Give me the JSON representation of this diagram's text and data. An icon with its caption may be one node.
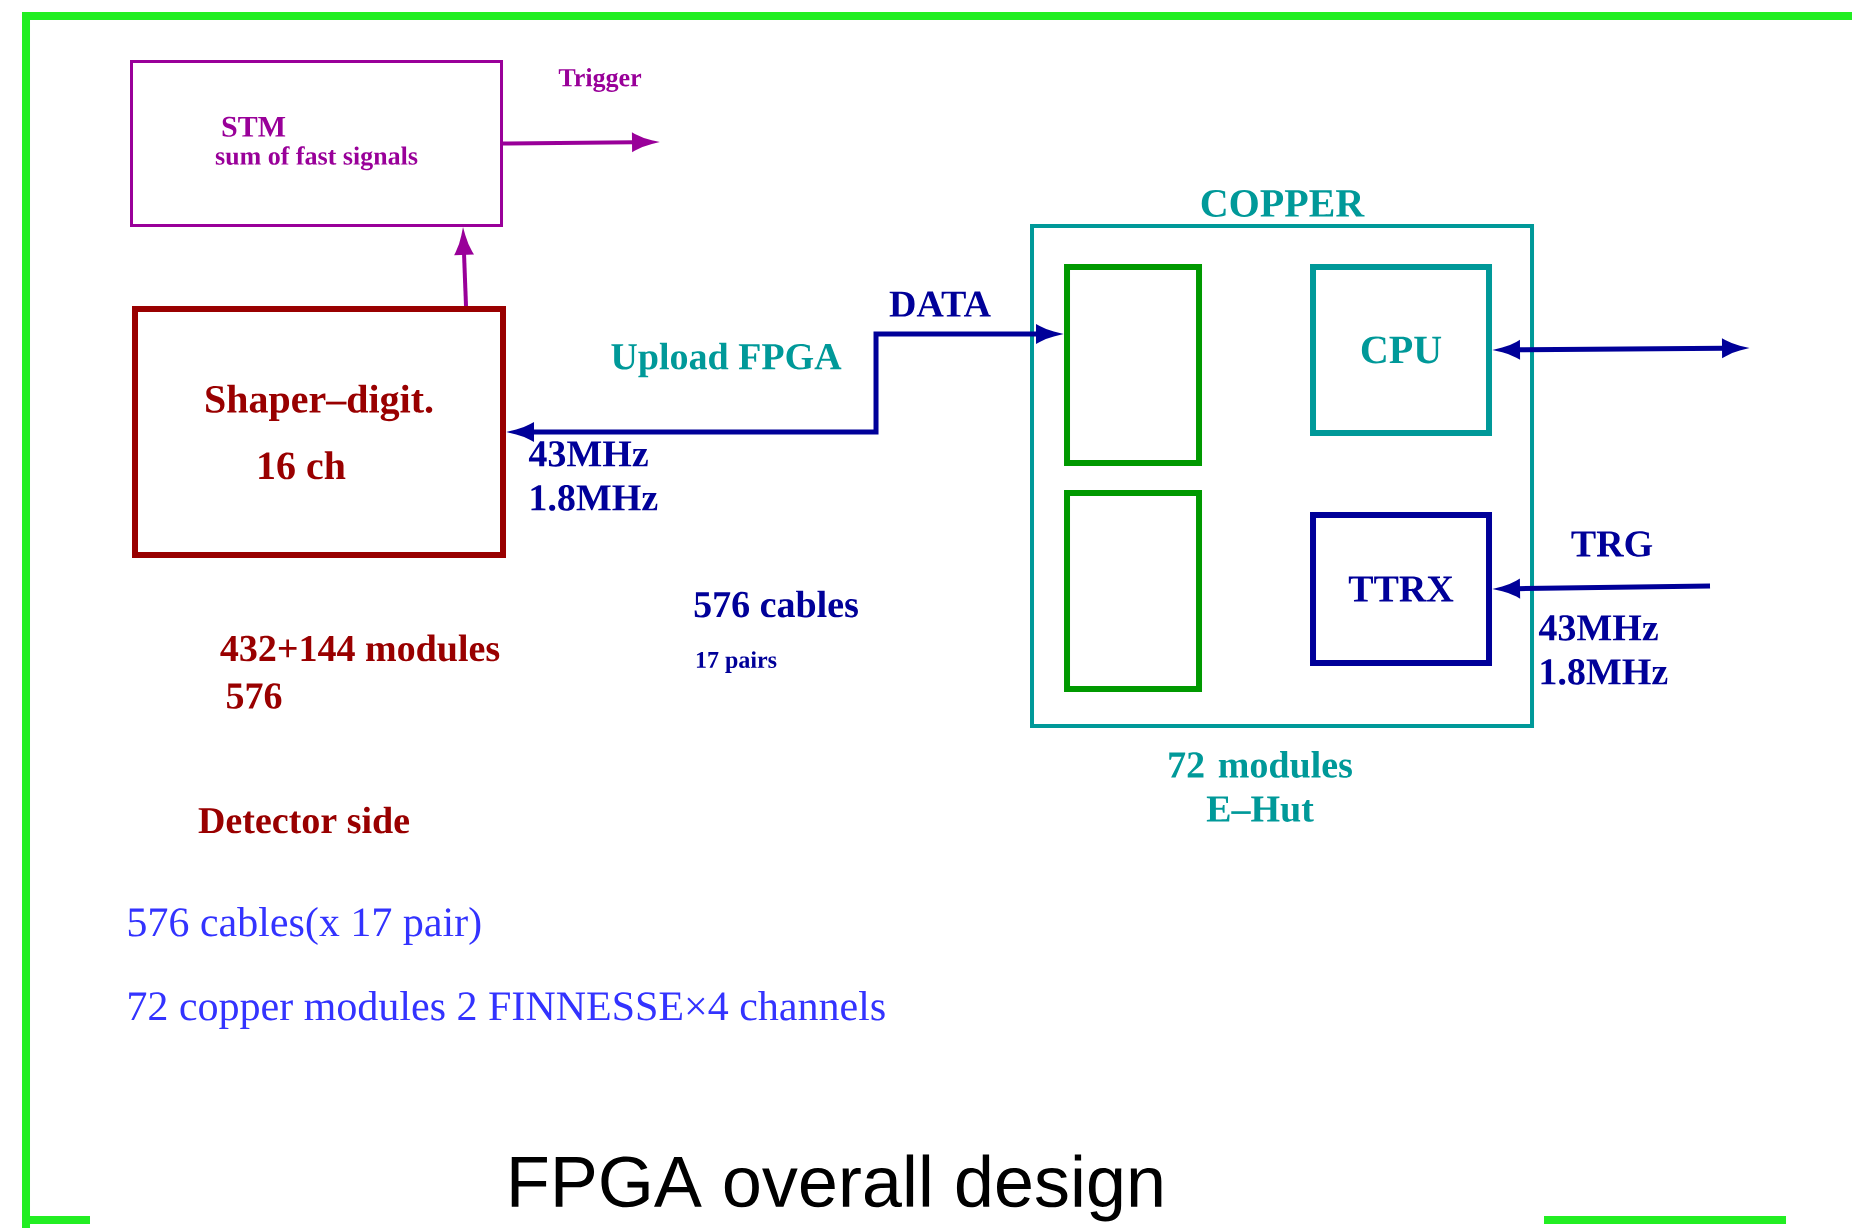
{
  "diagram": {
    "caption": "FPGA overall design",
    "nodes": [
      {
        "text": [
          "STM",
          "sum of fast signals"
        ]
      },
      {
        "text": [
          "Shaper–digit.",
          "16 ch"
        ]
      },
      {
        "text": [
          "COPPER"
        ],
        "beside": [
          "72 modules E–Hut"
        ]
      },
      {
        "text": [],
        "shape": "box",
        "in": 2
      },
      {
        "text": [],
        "shape": "box",
        "in": 2
      },
      {
        "text": [
          "CPU"
        ],
        "in": 2
      },
      {
        "text": [
          "TTRX"
        ],
        "in": 2
      }
    ],
    "edges": [
      {
        "from": 1,
        "to": 0,
        "arrow": "to",
        "color": "#990099"
      },
      {
        "from": 0,
        "to": null,
        "arrow": "to",
        "label": "Trigger",
        "color": "#990099"
      },
      {
        "from": 1,
        "to": 3,
        "arrow": "both",
        "label": "DATA"
      },
      {
        "from": 5,
        "to": null,
        "arrow": "both"
      },
      {
        "from": null,
        "to": 6,
        "arrow": "to",
        "label": "TRG"
      }
    ],
    "labels": [
      "Upload FPGA",
      "43MHz 1.8MHz",
      "576 cables",
      "17 pairs",
      "43MHz 1.8MHz",
      "432+144 modules",
      "576",
      "Detector side",
      "576 cables(x 17 pair)",
      "72 copper modules 2 FINNESSE×4 channels"
    ]
  }
}
